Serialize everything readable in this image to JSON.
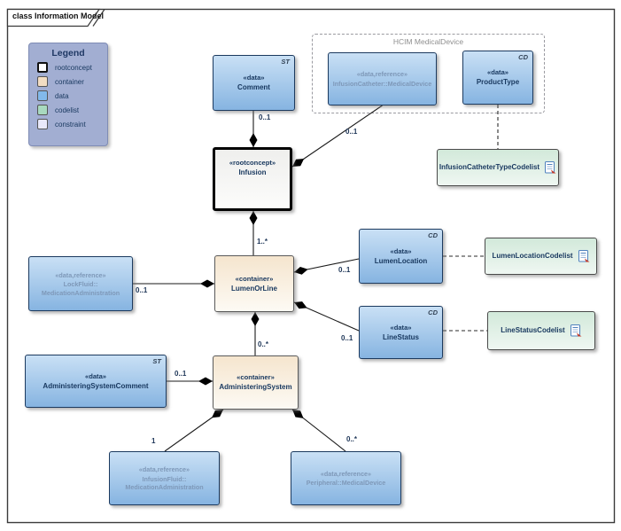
{
  "frame": {
    "title": "class Information Model"
  },
  "legend": {
    "title": "Legend",
    "items": [
      {
        "label": "rootconcept",
        "swatch_style": "background:#ffffff;border:2px solid #111111"
      },
      {
        "label": "container",
        "swatch_style": "background:#f2ddc3;border:1px solid #555555"
      },
      {
        "label": "data",
        "swatch_style": "background:#82b9ea;border:1px solid #555555"
      },
      {
        "label": "codelist",
        "swatch_style": "background:#a8d9bf;border:1px solid #555555"
      },
      {
        "label": "constraint",
        "swatch_style": "background:#e8e8fa;border:1px solid #555555"
      }
    ]
  },
  "colors": {
    "data_fill_top": "#c9e0f5",
    "data_fill_bottom": "#86b4e1",
    "data_border": "#1c3a5f",
    "container_fill_top": "#f5e5ce",
    "container_fill_bottom": "#fdfaf4",
    "codelist_fill_top": "#d2e9da",
    "codelist_fill_bottom": "#eff7f2",
    "rootconcept_border": "#000000",
    "text_primary": "#17375e",
    "text_reference": "#7e98b8",
    "group_label": "#8f8f8f"
  },
  "groups": {
    "hcim": {
      "label": "HCIM MedicalDevice"
    }
  },
  "nodes": {
    "comment": {
      "stereotype": "«data»",
      "name": "Comment",
      "tag": "ST"
    },
    "infusion_catheter": {
      "stereotype": "«data,reference»",
      "name": "InfusionCatheter::MedicalDevice"
    },
    "product_type": {
      "stereotype": "«data»",
      "name": "ProductType",
      "tag": "CD"
    },
    "infusion_catheter_type_codelist": {
      "name": "InfusionCatheterTypeCodelist"
    },
    "infusion": {
      "stereotype": "«rootconcept»",
      "name": "Infusion"
    },
    "lumen_or_line": {
      "stereotype": "«container»",
      "name": "LumenOrLine"
    },
    "lumen_location": {
      "stereotype": "«data»",
      "name": "LumenLocation",
      "tag": "CD"
    },
    "lumen_location_codelist": {
      "name": "LumenLocationCodelist"
    },
    "line_status": {
      "stereotype": "«data»",
      "name": "LineStatus",
      "tag": "CD"
    },
    "line_status_codelist": {
      "name": "LineStatusCodelist"
    },
    "lock_fluid": {
      "stereotype": "«data,reference»",
      "name_line1": "LockFluid::",
      "name_line2": "MedicationAdministration"
    },
    "administering_system_comment": {
      "stereotype": "«data»",
      "name": "AdministeringSystemComment",
      "tag": "ST"
    },
    "administering_system": {
      "stereotype": "«container»",
      "name": "AdministeringSystem"
    },
    "infusion_fluid": {
      "stereotype": "«data,reference»",
      "name_line1": "InfusionFluid::",
      "name_line2": "MedicationAdministration"
    },
    "peripheral": {
      "stereotype": "«data,reference»",
      "name": "Peripheral::MedicalDevice"
    }
  },
  "multiplicities": {
    "comment_to_infusion": "0..1",
    "catheter_to_infusion": "0..1",
    "infusion_to_lumenorline": "1..*",
    "lockfluid_to_lumenorline": "0..1",
    "lumenorline_to_lumenlocation": "0..1",
    "lumenorline_to_linestatus": "0..1",
    "lumenorline_to_administeringsystem": "0..*",
    "comment_to_administeringsystem": "0..1",
    "administeringsystem_to_infusionfluid": "1",
    "administeringsystem_to_peripheral": "0..*"
  }
}
